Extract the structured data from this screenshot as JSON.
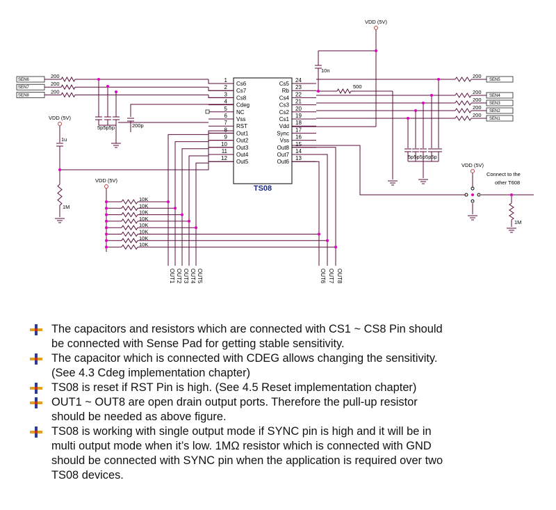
{
  "colors": {
    "wire": "#5a0a3a",
    "dot": "#e000c0",
    "accent": "#1a2a8a",
    "resistor": "#5a0a3a"
  },
  "chip": {
    "name": "TS08",
    "left_pins": [
      {
        "num": "1",
        "name": "Cs6"
      },
      {
        "num": "2",
        "name": "Cs7"
      },
      {
        "num": "3",
        "name": "Cs8"
      },
      {
        "num": "4",
        "name": "Cdeg"
      },
      {
        "num": "5",
        "name": "NC"
      },
      {
        "num": "6",
        "name": "Vss"
      },
      {
        "num": "7",
        "name": "RST"
      },
      {
        "num": "8",
        "name": "Out1"
      },
      {
        "num": "9",
        "name": "Out2"
      },
      {
        "num": "10",
        "name": "Out3"
      },
      {
        "num": "11",
        "name": "Out4"
      },
      {
        "num": "12",
        "name": "Out5"
      }
    ],
    "right_pins": [
      {
        "num": "24",
        "name": "Cs5"
      },
      {
        "num": "23",
        "name": "Rb"
      },
      {
        "num": "22",
        "name": "Cs4"
      },
      {
        "num": "21",
        "name": "Cs3"
      },
      {
        "num": "20",
        "name": "Cs2"
      },
      {
        "num": "19",
        "name": "Cs1"
      },
      {
        "num": "18",
        "name": "Vdd"
      },
      {
        "num": "17",
        "name": "Sync"
      },
      {
        "num": "16",
        "name": "Vss"
      },
      {
        "num": "15",
        "name": "Out8"
      },
      {
        "num": "14",
        "name": "Out7"
      },
      {
        "num": "13",
        "name": "Out6"
      }
    ]
  },
  "labels": {
    "vdd_top": "VDD (5V)",
    "vdd_left": "VDD (5V)",
    "vdd_pullup": "VDD (5V)",
    "vdd_right": "VDD (5V)",
    "cap_10n": "10n",
    "res_500": "500",
    "cap_1u": "1u",
    "res_1m_left": "1M",
    "res_1m_right": "1M",
    "cap_200p": "200p",
    "caps_5p_left": "5p5p5p",
    "caps_5p_right": "5p5p5p5p5p",
    "connect_line1": "Connect to the",
    "connect_line2": "other T608",
    "left_res": [
      "200",
      "200",
      "200"
    ],
    "right_res": [
      "200",
      "200",
      "200",
      "200",
      "200"
    ],
    "pullups": [
      "10K",
      "10K",
      "10K",
      "10K",
      "10K",
      "10K",
      "10K",
      "10K"
    ],
    "sense_left": [
      "SEN6",
      "SEN7",
      "SEN8"
    ],
    "sense_right": [
      "SEN5",
      "SEN4",
      "SEN3",
      "SEN2",
      "SEN1"
    ],
    "outs_left": [
      "OUT1",
      "OUT2",
      "OUT3",
      "OUT4",
      "OUT5"
    ],
    "outs_right": [
      "OUT6",
      "OUT7",
      "OUT8"
    ]
  },
  "notes": [
    "The capacitors and resistors which are connected with CS1 ~ CS8 Pin should\nbe connected with Sense Pad for getting stable sensitivity.",
    "The capacitor which is connected with CDEG allows changing the sensitivity.\n(See 4.3 Cdeg implementation chapter)",
    "TS08 is reset if RST Pin is high. (See 4.5 Reset implementation chapter)",
    "OUT1 ~ OUT8 are open drain output ports. Therefore the pull-up resistor\nshould be needed as above figure.",
    "TS08 is working with single output mode if SYNC pin is high and it will be in\nmulti output mode when it’s low. 1MΩ resistor which is connected with GND\nshould be connected with SYNC pin when the application is required over two\nTS08 devices."
  ]
}
